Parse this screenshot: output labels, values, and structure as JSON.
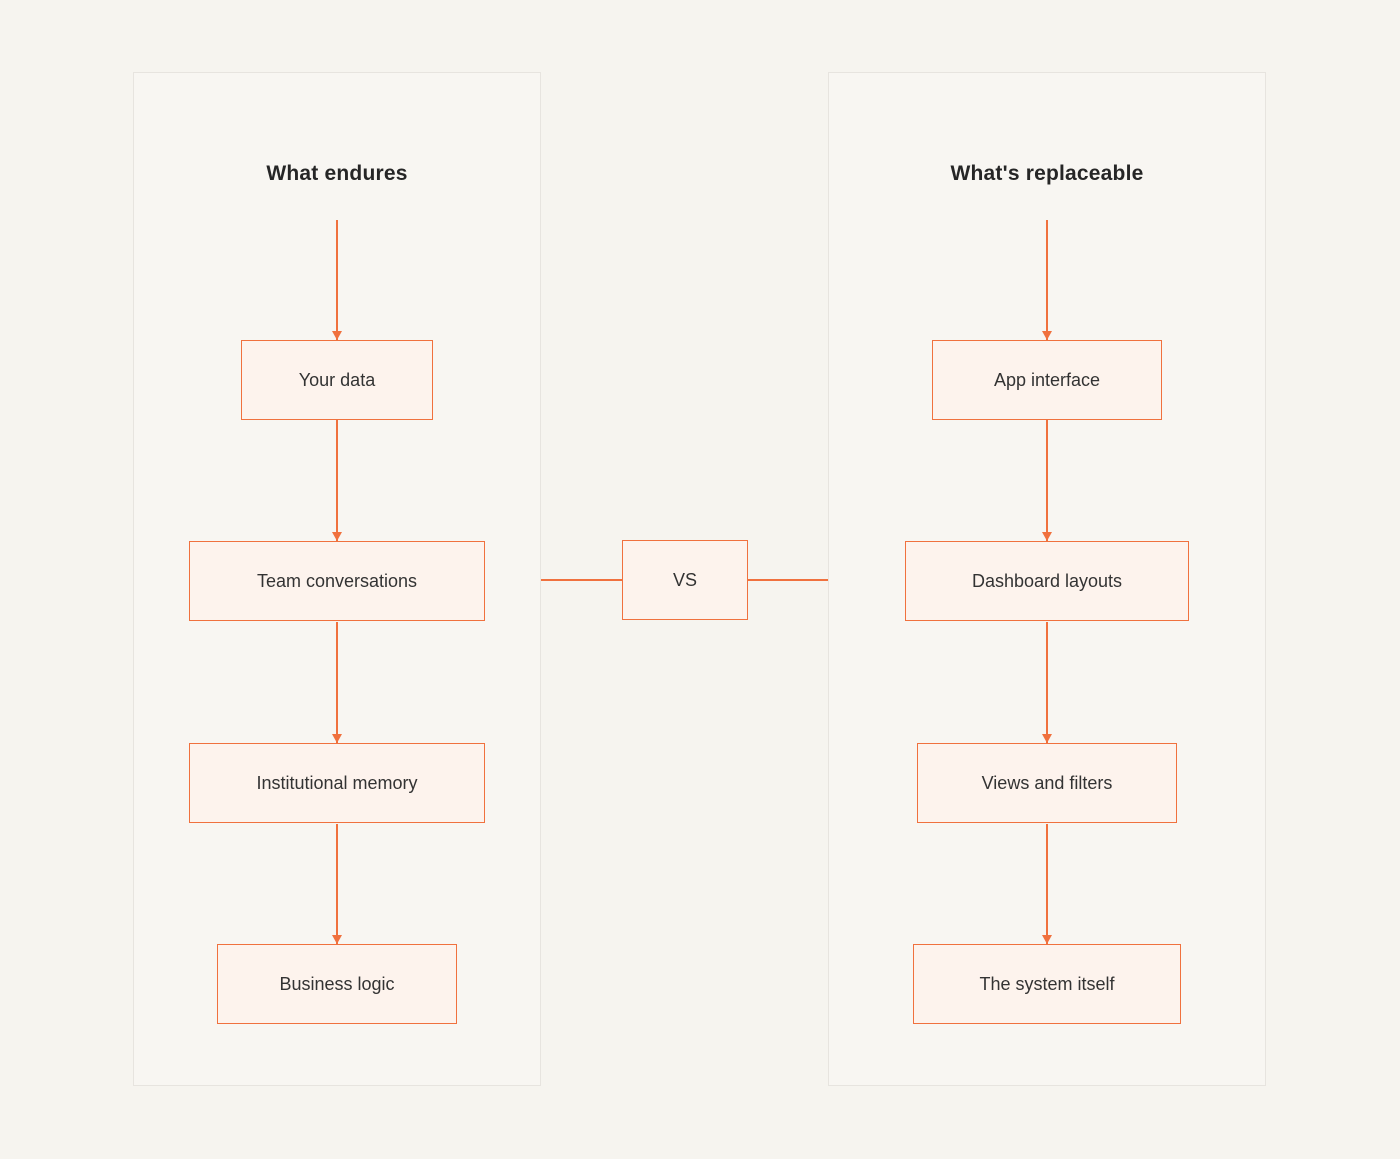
{
  "diagram": {
    "left": {
      "title": "What endures",
      "items": [
        {
          "label": "Your data"
        },
        {
          "label": "Team conversations"
        },
        {
          "label": "Institutional memory"
        },
        {
          "label": "Business logic"
        }
      ]
    },
    "right": {
      "title": "What's replaceable",
      "items": [
        {
          "label": "App interface"
        },
        {
          "label": "Dashboard layouts"
        },
        {
          "label": "Views and filters"
        },
        {
          "label": "The system itself"
        }
      ]
    },
    "vs_label": "VS",
    "colors": {
      "accent": "#f0713e",
      "node_fill": "#fdf3ed",
      "background": "#f6f4ef",
      "panel_border": "#e7e4df",
      "text": "#333333",
      "title_text": "#262626"
    }
  }
}
